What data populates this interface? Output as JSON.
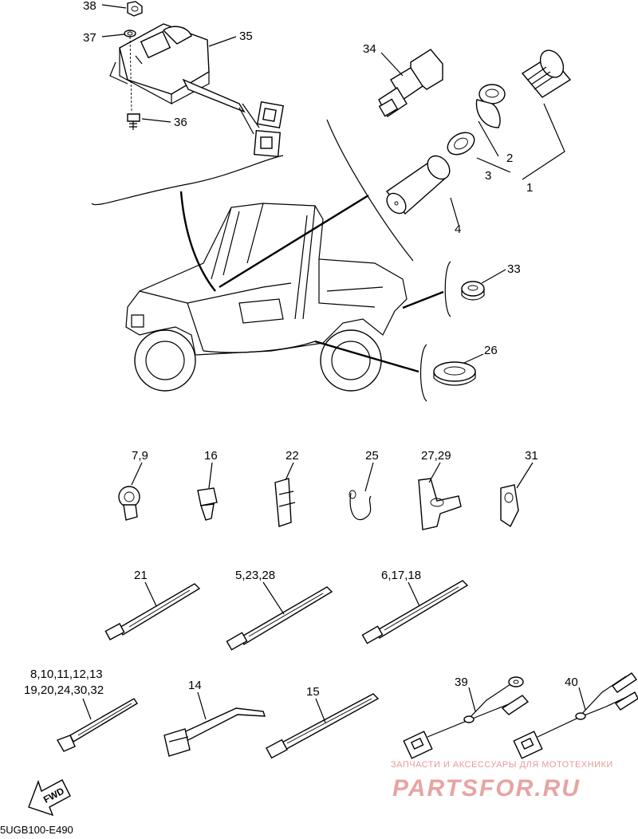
{
  "diagram_code": "5UGB100-E490",
  "watermark": {
    "caption": "ЗАПЧАСТИ И АКСЕССУАРЫ ДЛЯ МОТОТЕХНИКИ",
    "logo_text": "PARTSFOR.RU"
  },
  "direction_marker": "FWD",
  "callouts": {
    "c1": "1",
    "c2": "2",
    "c3": "3",
    "c4": "4",
    "c26": "26",
    "c33": "33",
    "c34": "34",
    "c35": "35",
    "c36": "36",
    "c37": "37",
    "c38": "38",
    "c7_9": "7,9",
    "c16": "16",
    "c22": "22",
    "c25": "25",
    "c27_29": "27,29",
    "c31": "31",
    "c21": "21",
    "c5_23_28": "5,23,28",
    "c6_17_18": "6,17,18",
    "c8_line1": "8,10,11,12,13",
    "c8_line2": "19,20,24,30,32",
    "c14": "14",
    "c15": "15",
    "c39": "39",
    "c40": "40"
  },
  "colors": {
    "ink": "#000000",
    "watermark": "#e8a3a3"
  }
}
